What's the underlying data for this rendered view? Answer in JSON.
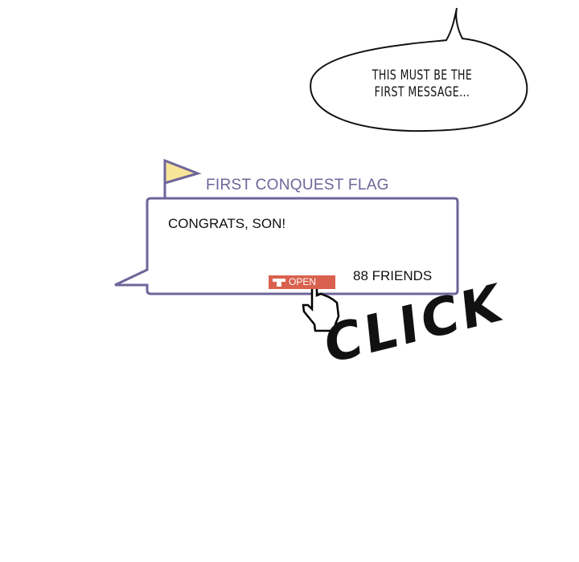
{
  "speech_bubble": {
    "text_line1": "THIS MUST BE THE",
    "text_line2": "FIRST MESSAGE..."
  },
  "notification": {
    "title": "FIRST CONQUEST FLAG",
    "message": "CONGRATS, SON!",
    "open_label": "OPEN",
    "friends": "88 FRIENDS",
    "icon": "flag-icon"
  },
  "sound_effect": "CLICK",
  "colors": {
    "frame": "#6e659a",
    "flag": "#f7e59a",
    "open_button": "#d9614e"
  }
}
